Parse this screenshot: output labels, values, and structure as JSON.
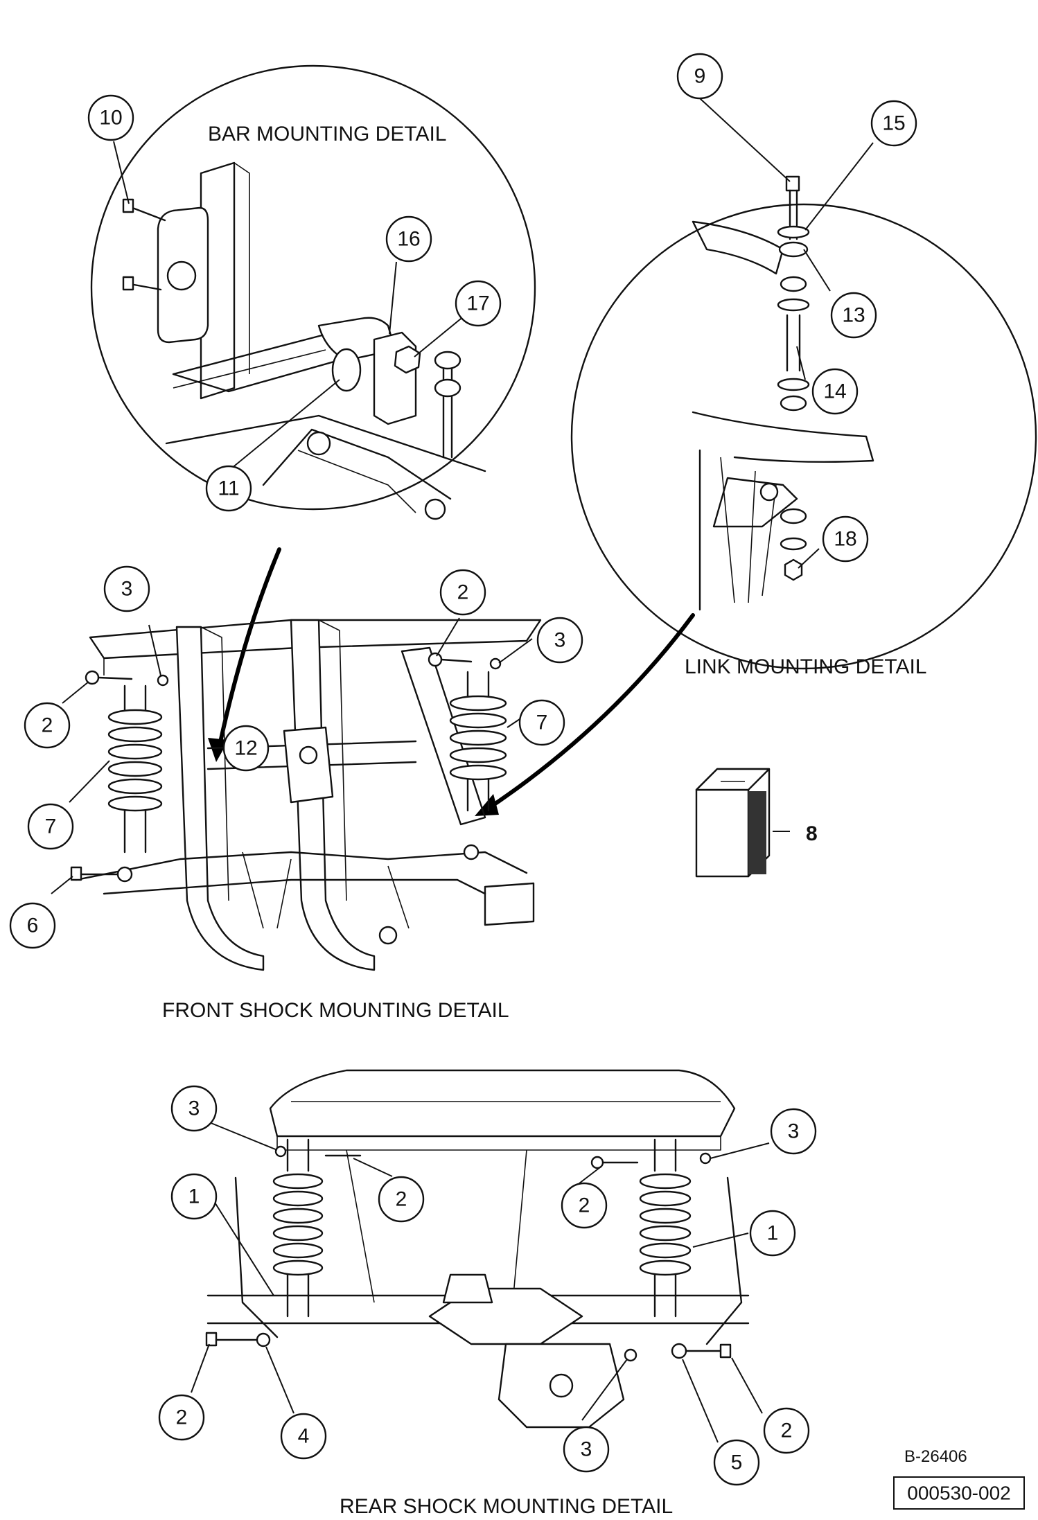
{
  "captions": {
    "bar_mounting": "BAR MOUNTING DETAIL",
    "link_mounting": "LINK MOUNTING DETAIL",
    "front_shock": "FRONT SHOCK MOUNTING DETAIL",
    "rear_shock": "REAR SHOCK MOUNTING DETAIL"
  },
  "callouts": {
    "bar_detail": [
      "10",
      "16",
      "17",
      "11"
    ],
    "link_detail": [
      "9",
      "15",
      "13",
      "14",
      "18"
    ],
    "front_shock": [
      "3",
      "2",
      "3",
      "2",
      "7",
      "7",
      "12",
      "6"
    ],
    "rear_shock": [
      "3",
      "3",
      "1",
      "2",
      "2",
      "1",
      "2",
      "4",
      "3",
      "5",
      "2"
    ]
  },
  "part_label": "8",
  "doc": {
    "drawing_id": "B-26406",
    "figure_number": "000530-002"
  }
}
